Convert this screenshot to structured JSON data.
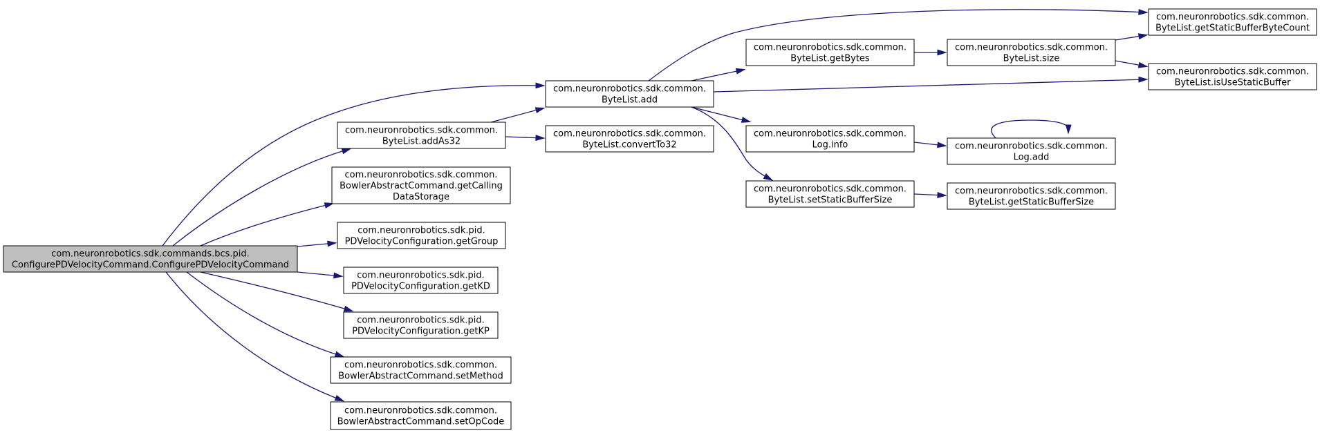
{
  "nodes": [
    {
      "id": "root",
      "lines": [
        "com.neuronrobotics.sdk.commands.bcs.pid.",
        "ConfigurePDVelocityCommand.ConfigurePDVelocityCommand"
      ],
      "root": true
    },
    {
      "id": "addAs32",
      "lines": [
        "com.neuronrobotics.sdk.common.",
        "ByteList.addAs32"
      ]
    },
    {
      "id": "getCallingDataStorage",
      "lines": [
        "com.neuronrobotics.sdk.common.",
        "BowlerAbstractCommand.getCalling",
        "DataStorage"
      ]
    },
    {
      "id": "getGroup",
      "lines": [
        "com.neuronrobotics.sdk.pid.",
        "PDVelocityConfiguration.getGroup"
      ]
    },
    {
      "id": "getKD",
      "lines": [
        "com.neuronrobotics.sdk.pid.",
        "PDVelocityConfiguration.getKD"
      ]
    },
    {
      "id": "getKP",
      "lines": [
        "com.neuronrobotics.sdk.pid.",
        "PDVelocityConfiguration.getKP"
      ]
    },
    {
      "id": "setMethod",
      "lines": [
        "com.neuronrobotics.sdk.common.",
        "BowlerAbstractCommand.setMethod"
      ]
    },
    {
      "id": "setOpCode",
      "lines": [
        "com.neuronrobotics.sdk.common.",
        "BowlerAbstractCommand.setOpCode"
      ]
    },
    {
      "id": "add",
      "lines": [
        "com.neuronrobotics.sdk.common.",
        "ByteList.add"
      ]
    },
    {
      "id": "convertTo32",
      "lines": [
        "com.neuronrobotics.sdk.common.",
        "ByteList.convertTo32"
      ]
    },
    {
      "id": "getBytes",
      "lines": [
        "com.neuronrobotics.sdk.common.",
        "ByteList.getBytes"
      ]
    },
    {
      "id": "info",
      "lines": [
        "com.neuronrobotics.sdk.common.",
        "Log.info"
      ]
    },
    {
      "id": "setStaticBufferSize",
      "lines": [
        "com.neuronrobotics.sdk.common.",
        "ByteList.setStaticBufferSize"
      ]
    },
    {
      "id": "size",
      "lines": [
        "com.neuronrobotics.sdk.common.",
        "ByteList.size"
      ]
    },
    {
      "id": "logAdd",
      "lines": [
        "com.neuronrobotics.sdk.common.",
        "Log.add"
      ]
    },
    {
      "id": "getStaticBufferSize",
      "lines": [
        "com.neuronrobotics.sdk.common.",
        "ByteList.getStaticBufferSize"
      ]
    },
    {
      "id": "getStaticBufferByteCount",
      "lines": [
        "com.neuronrobotics.sdk.common.",
        "ByteList.getStaticBufferByteCount"
      ]
    },
    {
      "id": "isUseStaticBuffer",
      "lines": [
        "com.neuronrobotics.sdk.common.",
        "ByteList.isUseStaticBuffer"
      ]
    }
  ],
  "edges": [
    [
      "root",
      "add"
    ],
    [
      "root",
      "addAs32"
    ],
    [
      "root",
      "getCallingDataStorage"
    ],
    [
      "root",
      "getGroup"
    ],
    [
      "root",
      "getKD"
    ],
    [
      "root",
      "getKP"
    ],
    [
      "root",
      "setMethod"
    ],
    [
      "root",
      "setOpCode"
    ],
    [
      "addAs32",
      "add"
    ],
    [
      "addAs32",
      "convertTo32"
    ],
    [
      "add",
      "getStaticBufferByteCount"
    ],
    [
      "add",
      "getBytes"
    ],
    [
      "add",
      "isUseStaticBuffer"
    ],
    [
      "add",
      "info"
    ],
    [
      "add",
      "setStaticBufferSize"
    ],
    [
      "getBytes",
      "size"
    ],
    [
      "size",
      "getStaticBufferByteCount"
    ],
    [
      "size",
      "isUseStaticBuffer"
    ],
    [
      "info",
      "logAdd"
    ],
    [
      "logAdd",
      "logAdd"
    ],
    [
      "setStaticBufferSize",
      "getStaticBufferSize"
    ]
  ],
  "colors": {
    "edge": "#191970",
    "root_fill": "#bfbfbf",
    "node_fill": "#ffffff",
    "node_stroke": "#000000"
  }
}
